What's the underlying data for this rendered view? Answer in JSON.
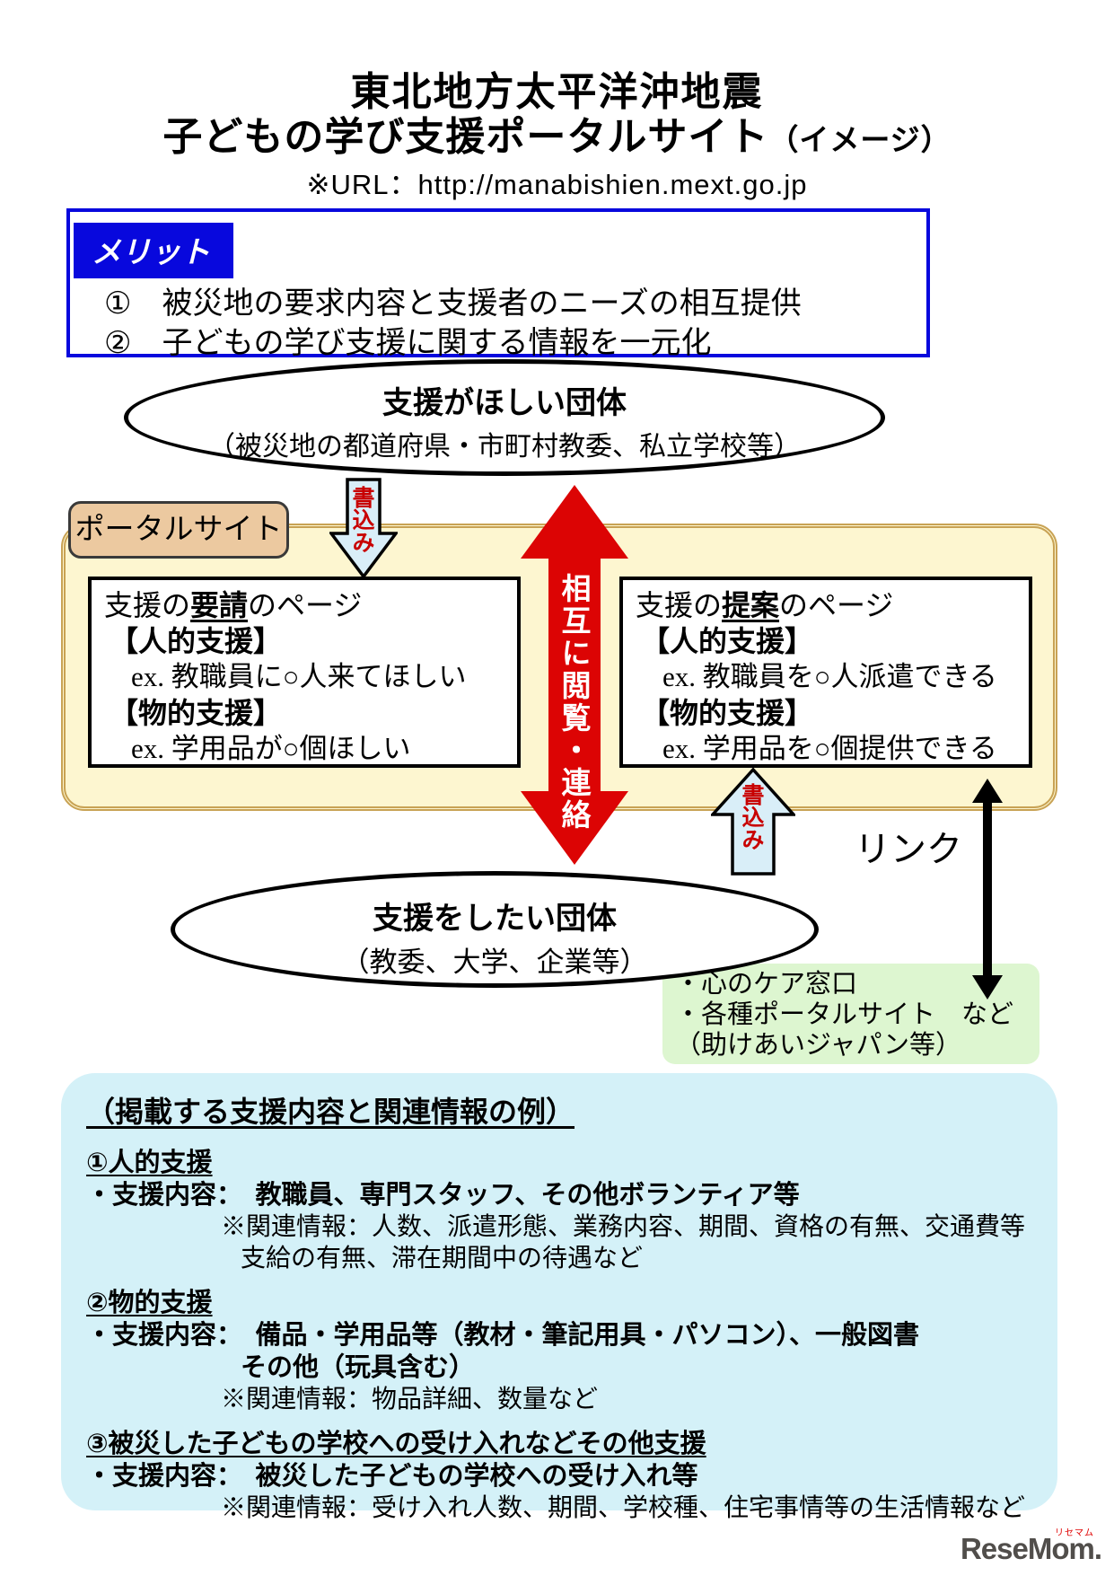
{
  "title": {
    "line1": "東北地方太平洋沖地震",
    "line2": "子どもの学び支援ポータルサイト",
    "line2_note": "（イメージ）",
    "url_line": "※URL：http://manabishien.mext.go.jp"
  },
  "merit": {
    "label": "メリット",
    "items": [
      "①　被災地の要求内容と支援者のニーズの相互提供",
      "②　子どもの学び支援に関する情報を一元化"
    ]
  },
  "top_ellipse": {
    "title": "支援がほしい団体",
    "subtitle": "（被災地の都道府県・市町村教委、私立学校等）"
  },
  "portal_label": "ポータルサイト",
  "request_box": {
    "title_prefix": "支援の",
    "title_em": "要請",
    "title_suffix": "のページ",
    "sections": [
      {
        "header": "【人的支援】",
        "example": "ex. 教職員に○人来てほしい"
      },
      {
        "header": "【物的支援】",
        "example": "ex. 学用品が○個ほしい"
      }
    ]
  },
  "propose_box": {
    "title_prefix": "支援の",
    "title_em": "提案",
    "title_suffix": "のページ",
    "sections": [
      {
        "header": "【人的支援】",
        "example": "ex. 教職員を○人派遣できる"
      },
      {
        "header": "【物的支援】",
        "example": "ex. 学用品を○個提供できる"
      }
    ]
  },
  "center_arrow_label": "相互に閲覧・連絡",
  "write_arrow_top_label": "書込み",
  "write_arrow_bottom_label": "書込み",
  "link_label": "リンク",
  "bottom_ellipse": {
    "title": "支援をしたい団体",
    "subtitle": "（教委、大学、企業等）"
  },
  "green_box": {
    "lines": [
      "・心のケア窓口",
      "・各種ポータルサイト　など",
      "（助けあいジャパン等）"
    ]
  },
  "info_box": {
    "heading": "（掲載する支援内容と関連情報の例）",
    "sections": [
      {
        "header": "①人的支援",
        "content": "・支援内容：　教職員、専門スタッフ、その他ボランティア等",
        "notes": [
          "※関連情報：人数、派遣形態、業務内容、期間、資格の有無、交通費等",
          "支給の有無、滞在期間中の待遇など"
        ]
      },
      {
        "header": "②物的支援",
        "content": "・支援内容：　備品・学用品等（教材・筆記用具・パソコン）、一般図書",
        "content2": "その他（玩具含む）",
        "notes": [
          "※関連情報：物品詳細、数量など"
        ]
      },
      {
        "header": "③被災した子どもの学校への受け入れなどその他支援",
        "content": "・支援内容：　被災した子どもの学校への受け入れ等",
        "notes": [
          "※関連情報：受け入れ人数、期間、学校種、住宅事情等の生活情報など"
        ]
      }
    ]
  },
  "logo": {
    "text": "ReseMom.",
    "ruby": "リセマム"
  },
  "colors": {
    "merit_blue": "#0808dd",
    "arrow_red": "#dc0404",
    "portal_yellow": "#fdf6d0",
    "portal_label_tan": "#ecc9a0",
    "write_arrow_blue": "#d9eef8",
    "write_text_red": "#c80000",
    "green_box": "#ddf6d0",
    "info_box_blue": "#d4f1f8"
  }
}
